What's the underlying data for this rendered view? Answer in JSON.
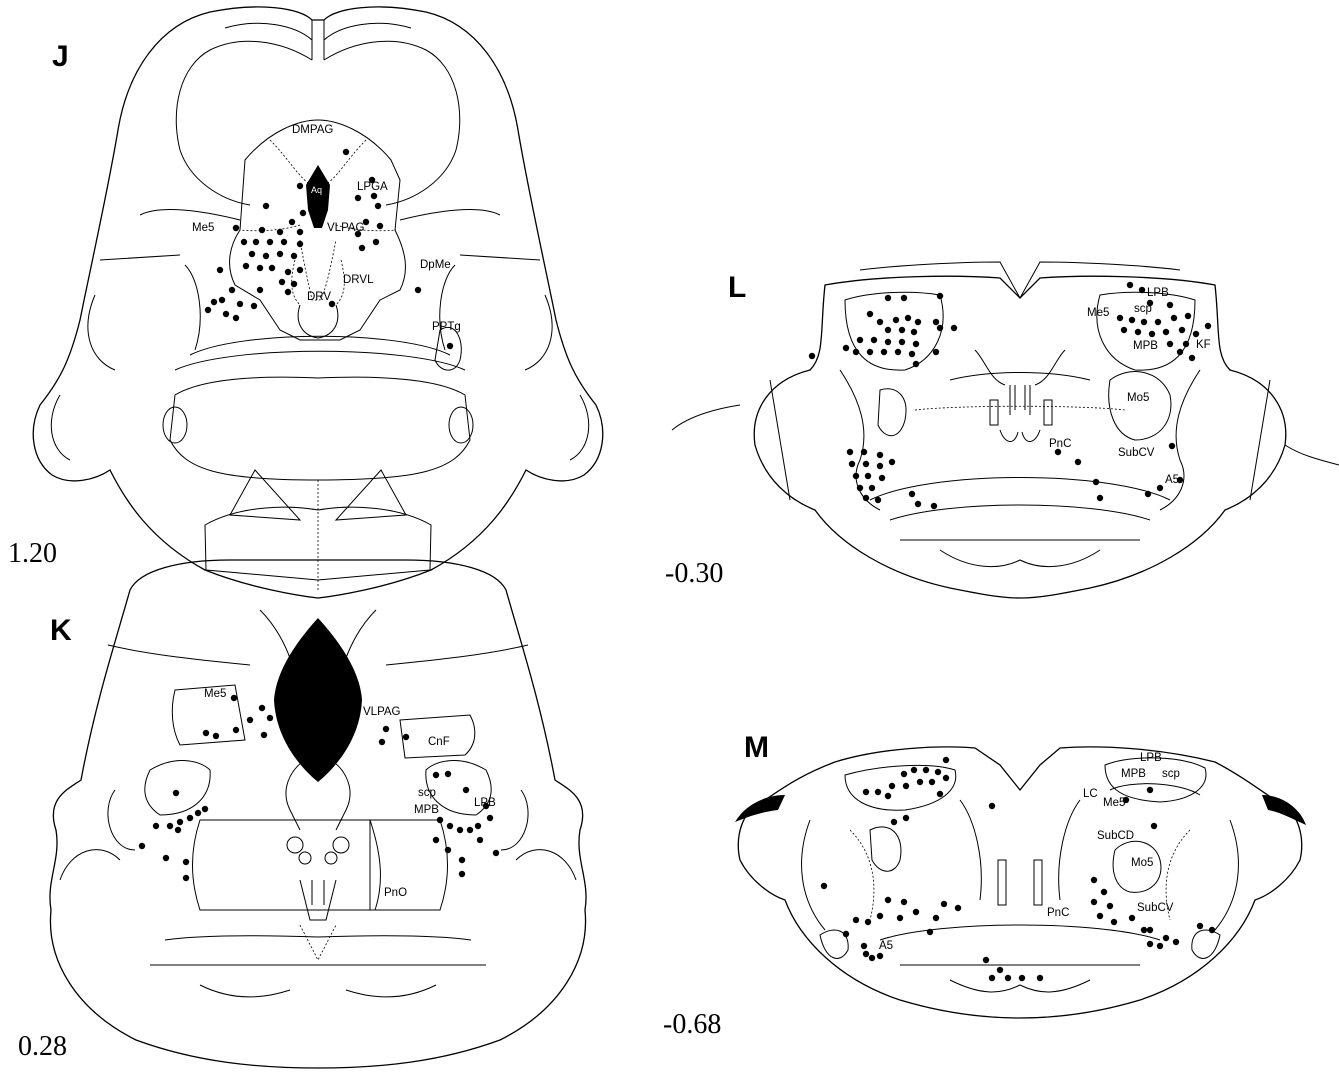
{
  "panels": [
    {
      "id": "J",
      "letter": "J",
      "level": "1.20",
      "labels": [
        "DMPAG",
        "LPGA",
        "Aq",
        "VLPAG",
        "Me5",
        "DpMe",
        "DRVL",
        "DRV",
        "PPTg"
      ],
      "dot_count": 48
    },
    {
      "id": "K",
      "letter": "K",
      "level": "0.28",
      "labels": [
        "Me5",
        "VLPAG",
        "CnF",
        "scp",
        "MPB",
        "LPB",
        "PnO"
      ],
      "dot_count": 42
    },
    {
      "id": "L",
      "letter": "L",
      "level": "-0.30",
      "labels": [
        "LPB",
        "scp",
        "Me5",
        "MPB",
        "KF",
        "Mo5",
        "PnC",
        "SubCV",
        "A5"
      ],
      "dot_count": 74
    },
    {
      "id": "M",
      "letter": "M",
      "level": "-0.68",
      "labels": [
        "LPB",
        "MPB",
        "scp",
        "LC",
        "Me5",
        "SubCD",
        "Mo5",
        "PnC",
        "SubCV",
        "A5"
      ],
      "dot_count": 58
    }
  ]
}
